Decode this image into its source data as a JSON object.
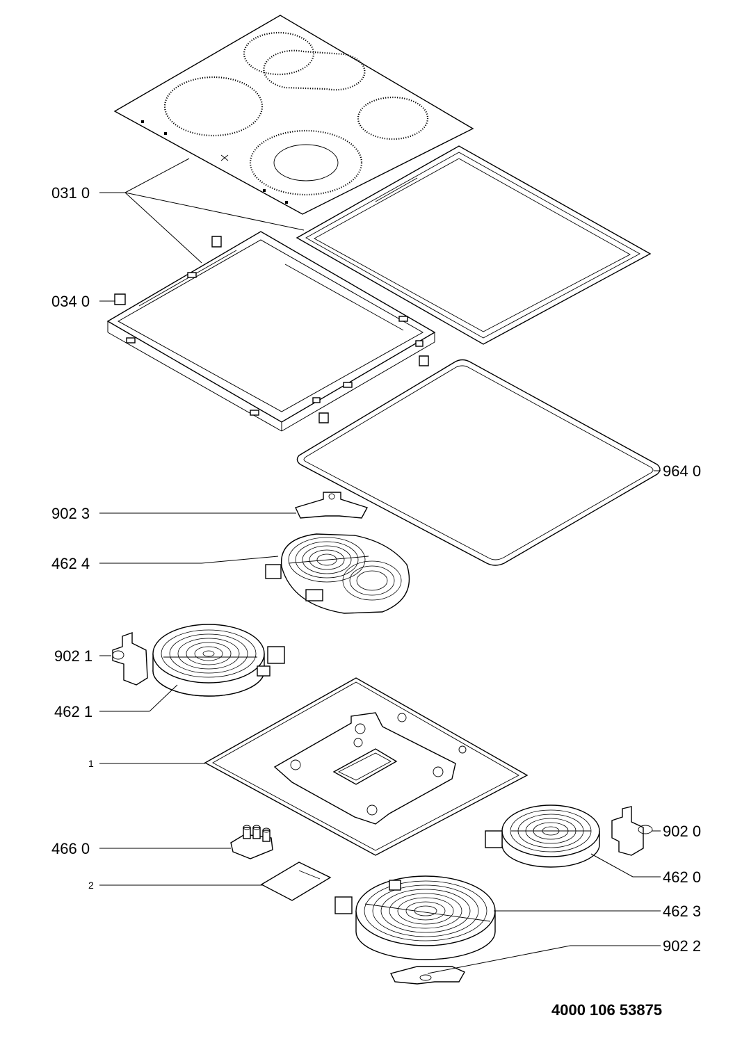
{
  "document_number": "4000 106 53875",
  "callouts": [
    {
      "id": "c0310",
      "text": "031 0"
    },
    {
      "id": "c0340",
      "text": "034 0"
    },
    {
      "id": "c9640",
      "text": "964 0"
    },
    {
      "id": "c9023",
      "text": "902 3"
    },
    {
      "id": "c4624",
      "text": "462 4"
    },
    {
      "id": "c9021",
      "text": "902 1"
    },
    {
      "id": "c4621",
      "text": "462 1"
    },
    {
      "id": "c1",
      "text": "1"
    },
    {
      "id": "c9020",
      "text": "902 0"
    },
    {
      "id": "c4660",
      "text": "466 0"
    },
    {
      "id": "c4620",
      "text": "462 0"
    },
    {
      "id": "c2",
      "text": "2"
    },
    {
      "id": "c4623",
      "text": "462 3"
    },
    {
      "id": "c9022",
      "text": "902 2"
    }
  ]
}
